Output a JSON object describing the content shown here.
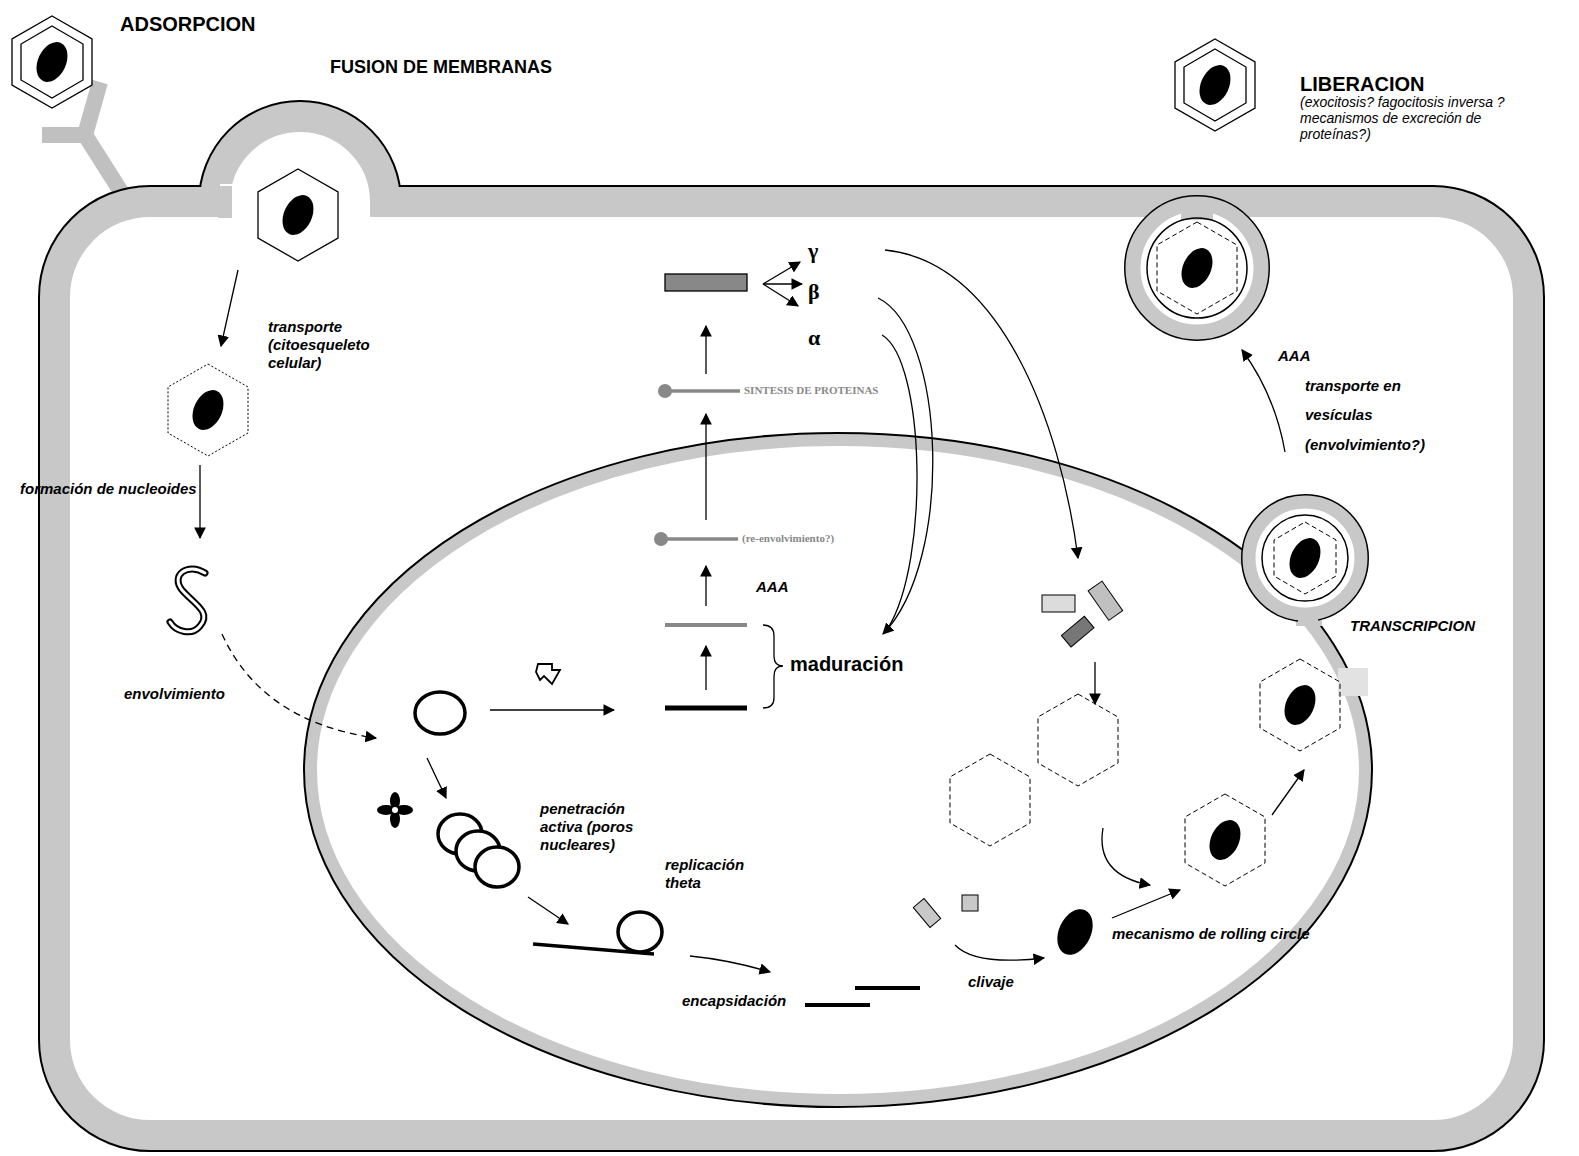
{
  "diagram": {
    "labels": [
      "ADSORPCION",
      "FUSION DE MEMBRANAS",
      "LIBERACION",
      "(exocitosis? fagocitosis inversa ? mecanismos de excreción de proteínas?)",
      "transporte (citoesqueleto celular)",
      "γ",
      "β",
      "α",
      "SINTESIS DE PROTEINAS",
      "AAA",
      "transporte en",
      "vesículas",
      "(envolvimiento?)",
      "(re-envolvimiento?)",
      "AAA",
      "maduración",
      "TRANSCRIPCION",
      "envolvimiento",
      "penetración activa (poros nucleares)",
      "replicación theta",
      "mecanismo de rolling circle",
      "encapsidación",
      "clivaje",
      "formación de nucleoides"
    ]
  }
}
